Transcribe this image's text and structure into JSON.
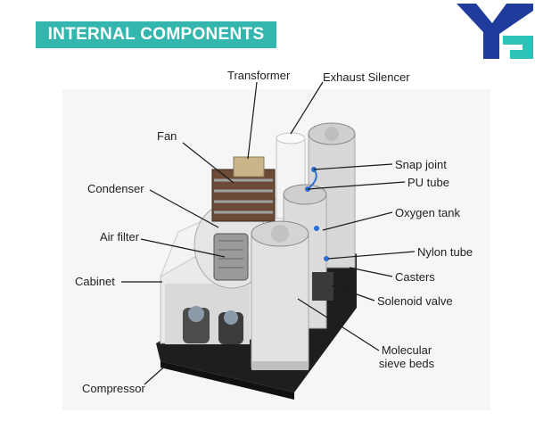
{
  "title": "INTERNAL COMPONENTS",
  "colors": {
    "banner": "#33b6ad",
    "logo_blue": "#1f3c9c",
    "logo_teal": "#2ec2b8",
    "background": "#ffffff",
    "leader": "#1a1a1a"
  },
  "labels": {
    "transformer": "Transformer",
    "exhaust_silencer": "Exhaust Silencer",
    "fan": "Fan",
    "condenser": "Condenser",
    "air_filter": "Air filter",
    "cabinet": "Cabinet",
    "compressor": "Compressor",
    "snap_joint": "Snap joint",
    "pu_tube": "PU tube",
    "oxygen_tank": "Oxygen tank",
    "nylon_tube": "Nylon tube",
    "casters": "Casters",
    "solenoid_valve": "Solenoid valve",
    "molecular_sieve_line1": "Molecular",
    "molecular_sieve_line2": "sieve beds"
  }
}
